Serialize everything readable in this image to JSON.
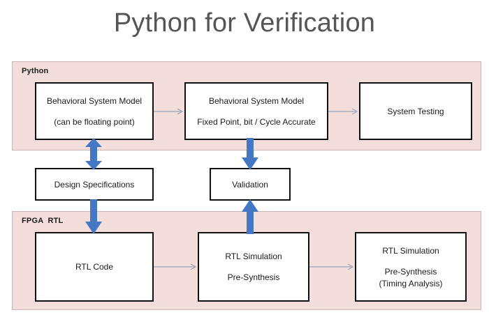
{
  "title": "Python for Verification",
  "colors": {
    "panel_fill": "#f3dedc",
    "panel_border": "#c9b5b3",
    "box_fill": "#ffffff",
    "box_border": "#111111",
    "thick_arrow": "#4578c4",
    "thin_arrow": "#8497b0",
    "title_text": "#555555",
    "body_text": "#1a1a1a",
    "page_background": "#ffffff"
  },
  "panels": [
    {
      "id": "python",
      "label": "Python"
    },
    {
      "id": "fpga_rtl",
      "label": "FPGA  RTL"
    }
  ],
  "boxes": [
    {
      "id": "behavioral_model_float",
      "lines": [
        "Behavioral System Model",
        "(can be floating point)"
      ]
    },
    {
      "id": "behavioral_model_fixed",
      "lines": [
        "Behavioral System Model",
        "Fixed Point, bit / Cycle Accurate"
      ]
    },
    {
      "id": "system_testing",
      "lines": [
        "System Testing"
      ]
    },
    {
      "id": "design_specifications",
      "lines": [
        "Design Specifications"
      ]
    },
    {
      "id": "validation",
      "lines": [
        "Validation"
      ]
    },
    {
      "id": "rtl_code",
      "lines": [
        "RTL Code"
      ]
    },
    {
      "id": "rtl_simulation_pre_synthesis",
      "lines": [
        "RTL Simulation",
        "Pre-Synthesis"
      ]
    },
    {
      "id": "rtl_simulation_timing",
      "lines": [
        "RTL Simulation",
        "Pre-Synthesis",
        "(Timing Analysis)"
      ]
    }
  ],
  "connectors": [
    {
      "id": "float-to-fixed",
      "style": "thin",
      "direction": "right",
      "from": "behavioral_model_float",
      "to": "behavioral_model_fixed"
    },
    {
      "id": "fixed-to-testing",
      "style": "thin",
      "direction": "right",
      "from": "behavioral_model_fixed",
      "to": "system_testing"
    },
    {
      "id": "rtlcode-to-rtlsim",
      "style": "thin",
      "direction": "right",
      "from": "rtl_code",
      "to": "rtl_simulation_pre_synthesis"
    },
    {
      "id": "rtlsim-to-timing",
      "style": "thin",
      "direction": "right",
      "from": "rtl_simulation_pre_synthesis",
      "to": "rtl_simulation_timing"
    },
    {
      "id": "model-specs-bidirectional",
      "style": "thick",
      "direction": "both",
      "from": "behavioral_model_float",
      "to": "design_specifications"
    },
    {
      "id": "specs-to-rtlcode",
      "style": "thick",
      "direction": "down",
      "from": "design_specifications",
      "to": "rtl_code"
    },
    {
      "id": "fixedmodel-to-validation",
      "style": "thick",
      "direction": "down",
      "from": "behavioral_model_fixed",
      "to": "validation"
    },
    {
      "id": "rtlsim-to-validation",
      "style": "thick",
      "direction": "up",
      "from": "rtl_simulation_pre_synthesis",
      "to": "validation"
    }
  ]
}
